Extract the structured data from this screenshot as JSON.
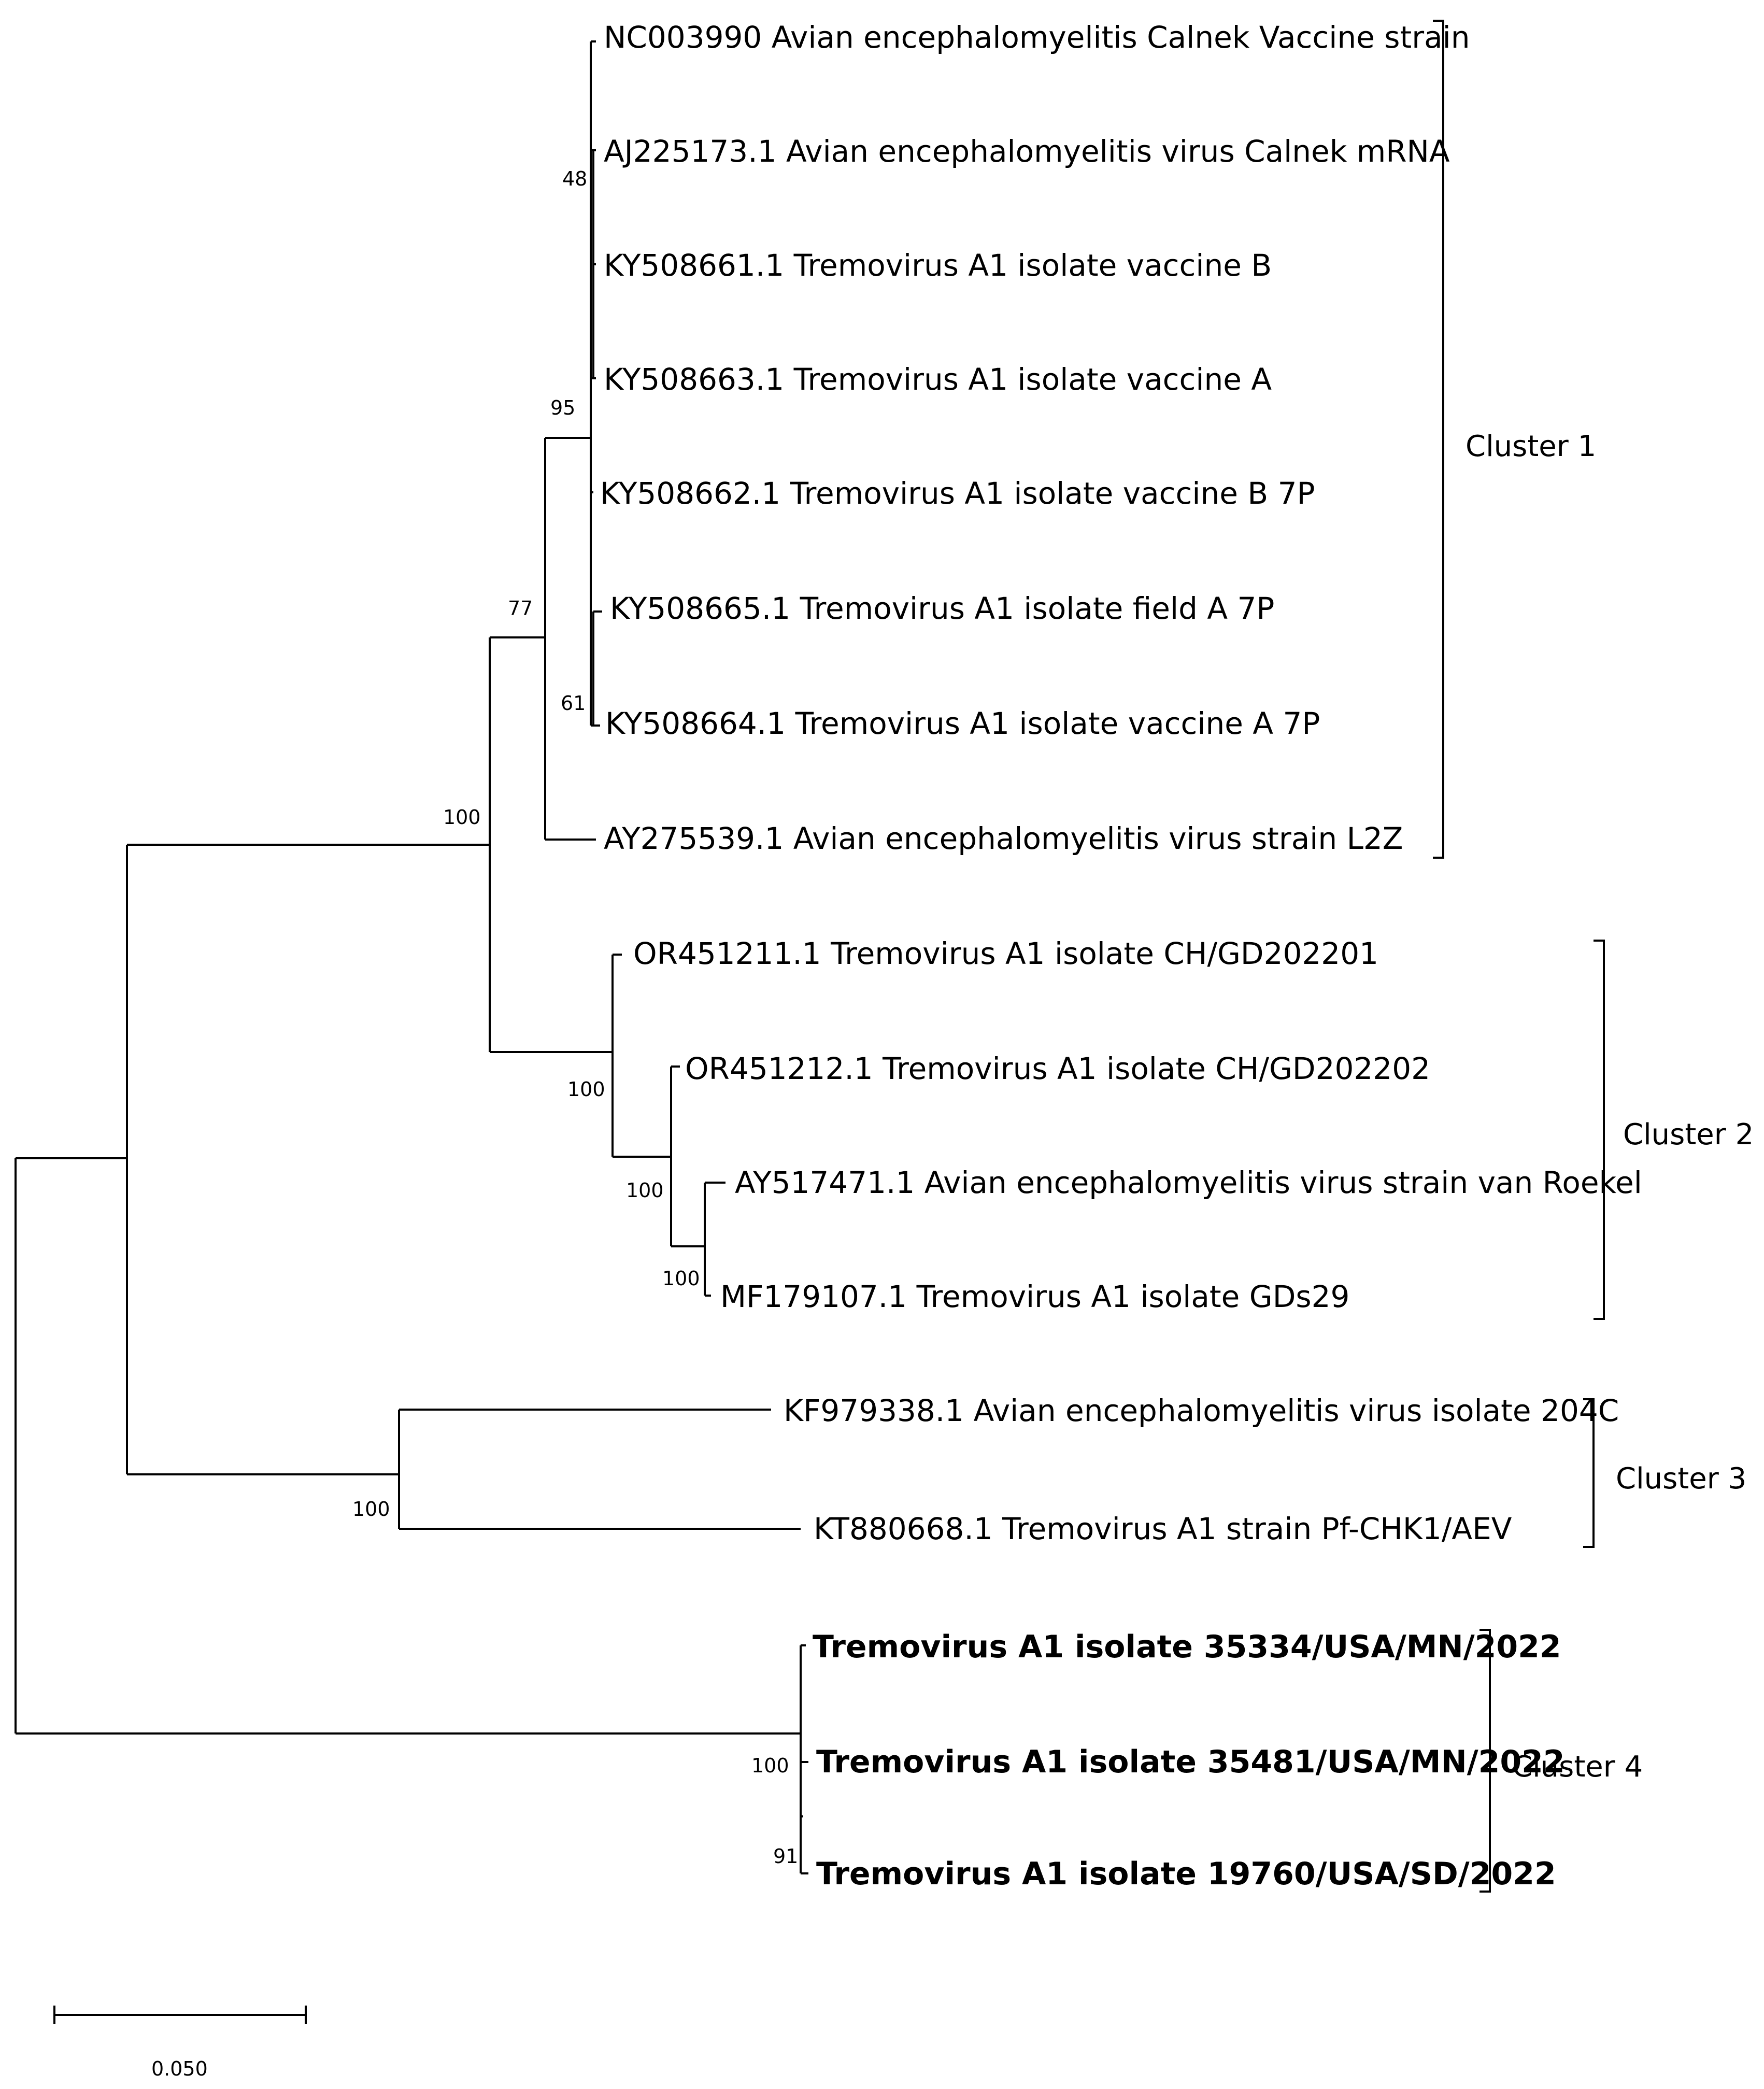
{
  "tree": {
    "taxa": [
      {
        "id": "t1",
        "label": "NC003990 Avian encephalomyelitis Calnek Vaccine strain",
        "highlight": false
      },
      {
        "id": "t2",
        "label": "AJ225173.1 Avian encephalomyelitis virus Calnek mRNA",
        "highlight": false
      },
      {
        "id": "t3",
        "label": "KY508661.1 Tremovirus A1 isolate vaccine B",
        "highlight": false
      },
      {
        "id": "t4",
        "label": "KY508663.1 Tremovirus A1 isolate vaccine A",
        "highlight": false
      },
      {
        "id": "t5",
        "label": "KY508662.1 Tremovirus A1 isolate vaccine B 7P",
        "highlight": false
      },
      {
        "id": "t6",
        "label": "KY508665.1 Tremovirus A1 isolate field A 7P",
        "highlight": false
      },
      {
        "id": "t7",
        "label": "KY508664.1 Tremovirus A1 isolate vaccine A 7P",
        "highlight": false
      },
      {
        "id": "t8",
        "label": "AY275539.1 Avian encephalomyelitis virus strain L2Z",
        "highlight": false
      },
      {
        "id": "t9",
        "label": "OR451211.1 Tremovirus A1 isolate CH/GD202201",
        "highlight": false
      },
      {
        "id": "t10",
        "label": "OR451212.1 Tremovirus A1 isolate CH/GD202202",
        "highlight": false
      },
      {
        "id": "t11",
        "label": "AY517471.1 Avian encephalomyelitis virus strain van Roekel",
        "highlight": false
      },
      {
        "id": "t12",
        "label": "MF179107.1 Tremovirus A1 isolate GDs29",
        "highlight": false
      },
      {
        "id": "t13",
        "label": "KF979338.1 Avian encephalomyelitis virus isolate 204C",
        "highlight": false
      },
      {
        "id": "t14",
        "label": "KT880668.1 Tremovirus A1 strain Pf-CHK1/AEV",
        "highlight": false
      },
      {
        "id": "t15",
        "label": "Tremovirus A1 isolate 35334/USA/MN/2022",
        "highlight": true
      },
      {
        "id": "t16",
        "label": "Tremovirus A1 isolate 35481/USA/MN/2022",
        "highlight": true
      },
      {
        "id": "t17",
        "label": "Tremovirus A1 isolate 19760/USA/SD/2022",
        "highlight": true
      }
    ],
    "support_values": [
      "48",
      "95",
      "61",
      "77",
      "100",
      "100",
      "100",
      "100",
      "100",
      "100",
      "91"
    ],
    "clusters": [
      "Cluster 1",
      "Cluster 2",
      "Cluster 3",
      "Cluster 4"
    ],
    "scale_bar": "0.050"
  },
  "colors": {
    "highlight": "#ff0000",
    "default": "#000000"
  }
}
